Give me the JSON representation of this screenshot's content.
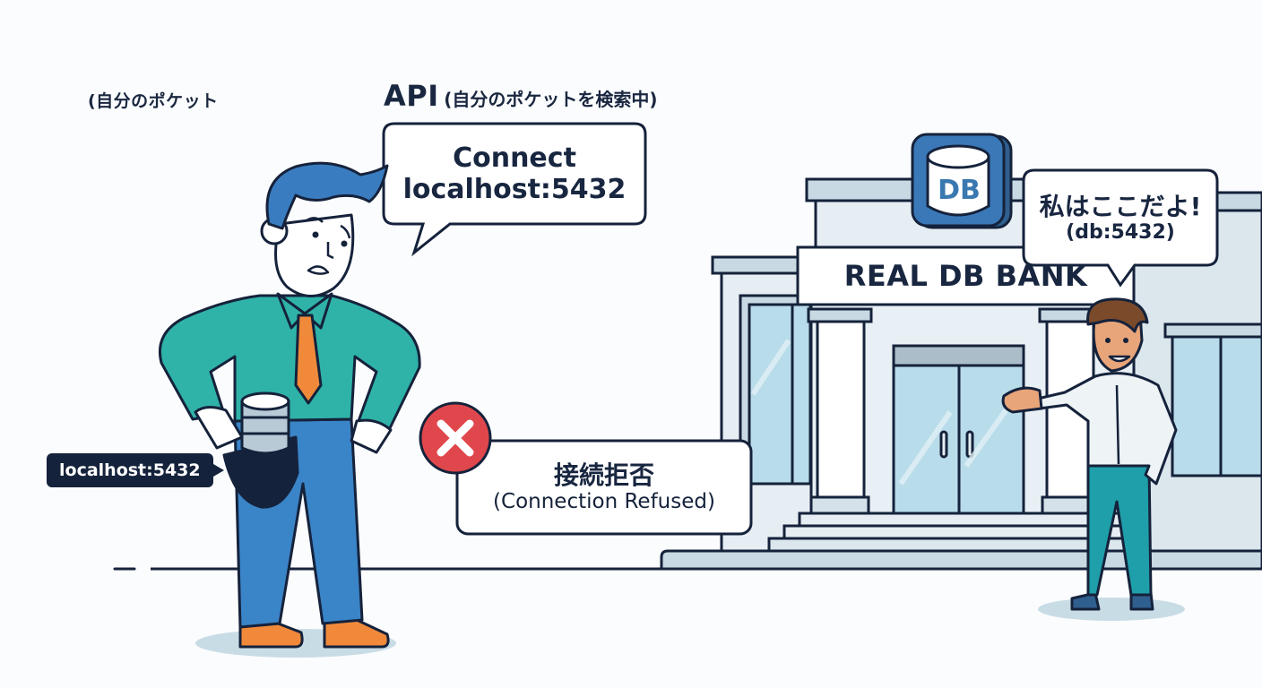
{
  "captions": {
    "left_pocket": "(自分のポケット",
    "api_title": "API",
    "api_subtitle": "(自分のポケットを検索中)"
  },
  "connect_bubble": {
    "line1": "Connect",
    "line2": "localhost:5432"
  },
  "pocket_tag": {
    "label": "localhost:5432"
  },
  "error_box": {
    "icon": "x-circle-icon",
    "line1": "接続拒否",
    "line2": "(Connection Refused)",
    "icon_color": "#e0474c"
  },
  "bank": {
    "sign": "REAL DB BANK",
    "badge": "DB"
  },
  "db_bubble": {
    "line1": "私はここだよ!",
    "line2": "(db:5432)"
  },
  "colors": {
    "outline": "#15223b",
    "shirt_left": "#2fb3a8",
    "pants_left": "#3a84c8",
    "tie": "#f08a3a",
    "hair_left": "#3a7cc0",
    "pants_right": "#1f9faa",
    "hair_right": "#7a4a2a",
    "skin_right": "#e9a57a",
    "building": "#e6eef3",
    "glass": "#b9dcea",
    "badge_blue": "#3a78b8"
  }
}
